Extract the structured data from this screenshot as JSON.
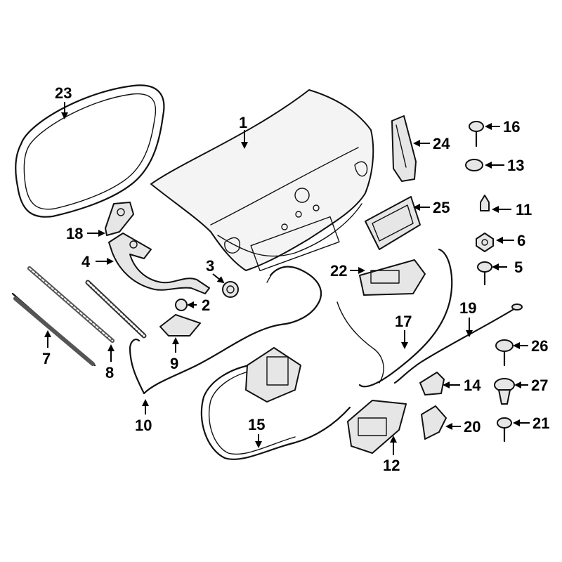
{
  "callouts": [
    {
      "id": "1",
      "label": "1"
    },
    {
      "id": "2",
      "label": "2"
    },
    {
      "id": "3",
      "label": "3"
    },
    {
      "id": "4",
      "label": "4"
    },
    {
      "id": "5",
      "label": "5"
    },
    {
      "id": "6",
      "label": "6"
    },
    {
      "id": "7",
      "label": "7"
    },
    {
      "id": "8",
      "label": "8"
    },
    {
      "id": "9",
      "label": "9"
    },
    {
      "id": "10",
      "label": "10"
    },
    {
      "id": "11",
      "label": "11"
    },
    {
      "id": "12",
      "label": "12"
    },
    {
      "id": "13",
      "label": "13"
    },
    {
      "id": "14",
      "label": "14"
    },
    {
      "id": "15",
      "label": "15"
    },
    {
      "id": "16",
      "label": "16"
    },
    {
      "id": "17",
      "label": "17"
    },
    {
      "id": "18",
      "label": "18"
    },
    {
      "id": "19",
      "label": "19"
    },
    {
      "id": "20",
      "label": "20"
    },
    {
      "id": "21",
      "label": "21"
    },
    {
      "id": "22",
      "label": "22"
    },
    {
      "id": "23",
      "label": "23"
    },
    {
      "id": "24",
      "label": "24"
    },
    {
      "id": "25",
      "label": "25"
    },
    {
      "id": "26",
      "label": "26"
    },
    {
      "id": "27",
      "label": "27"
    }
  ]
}
